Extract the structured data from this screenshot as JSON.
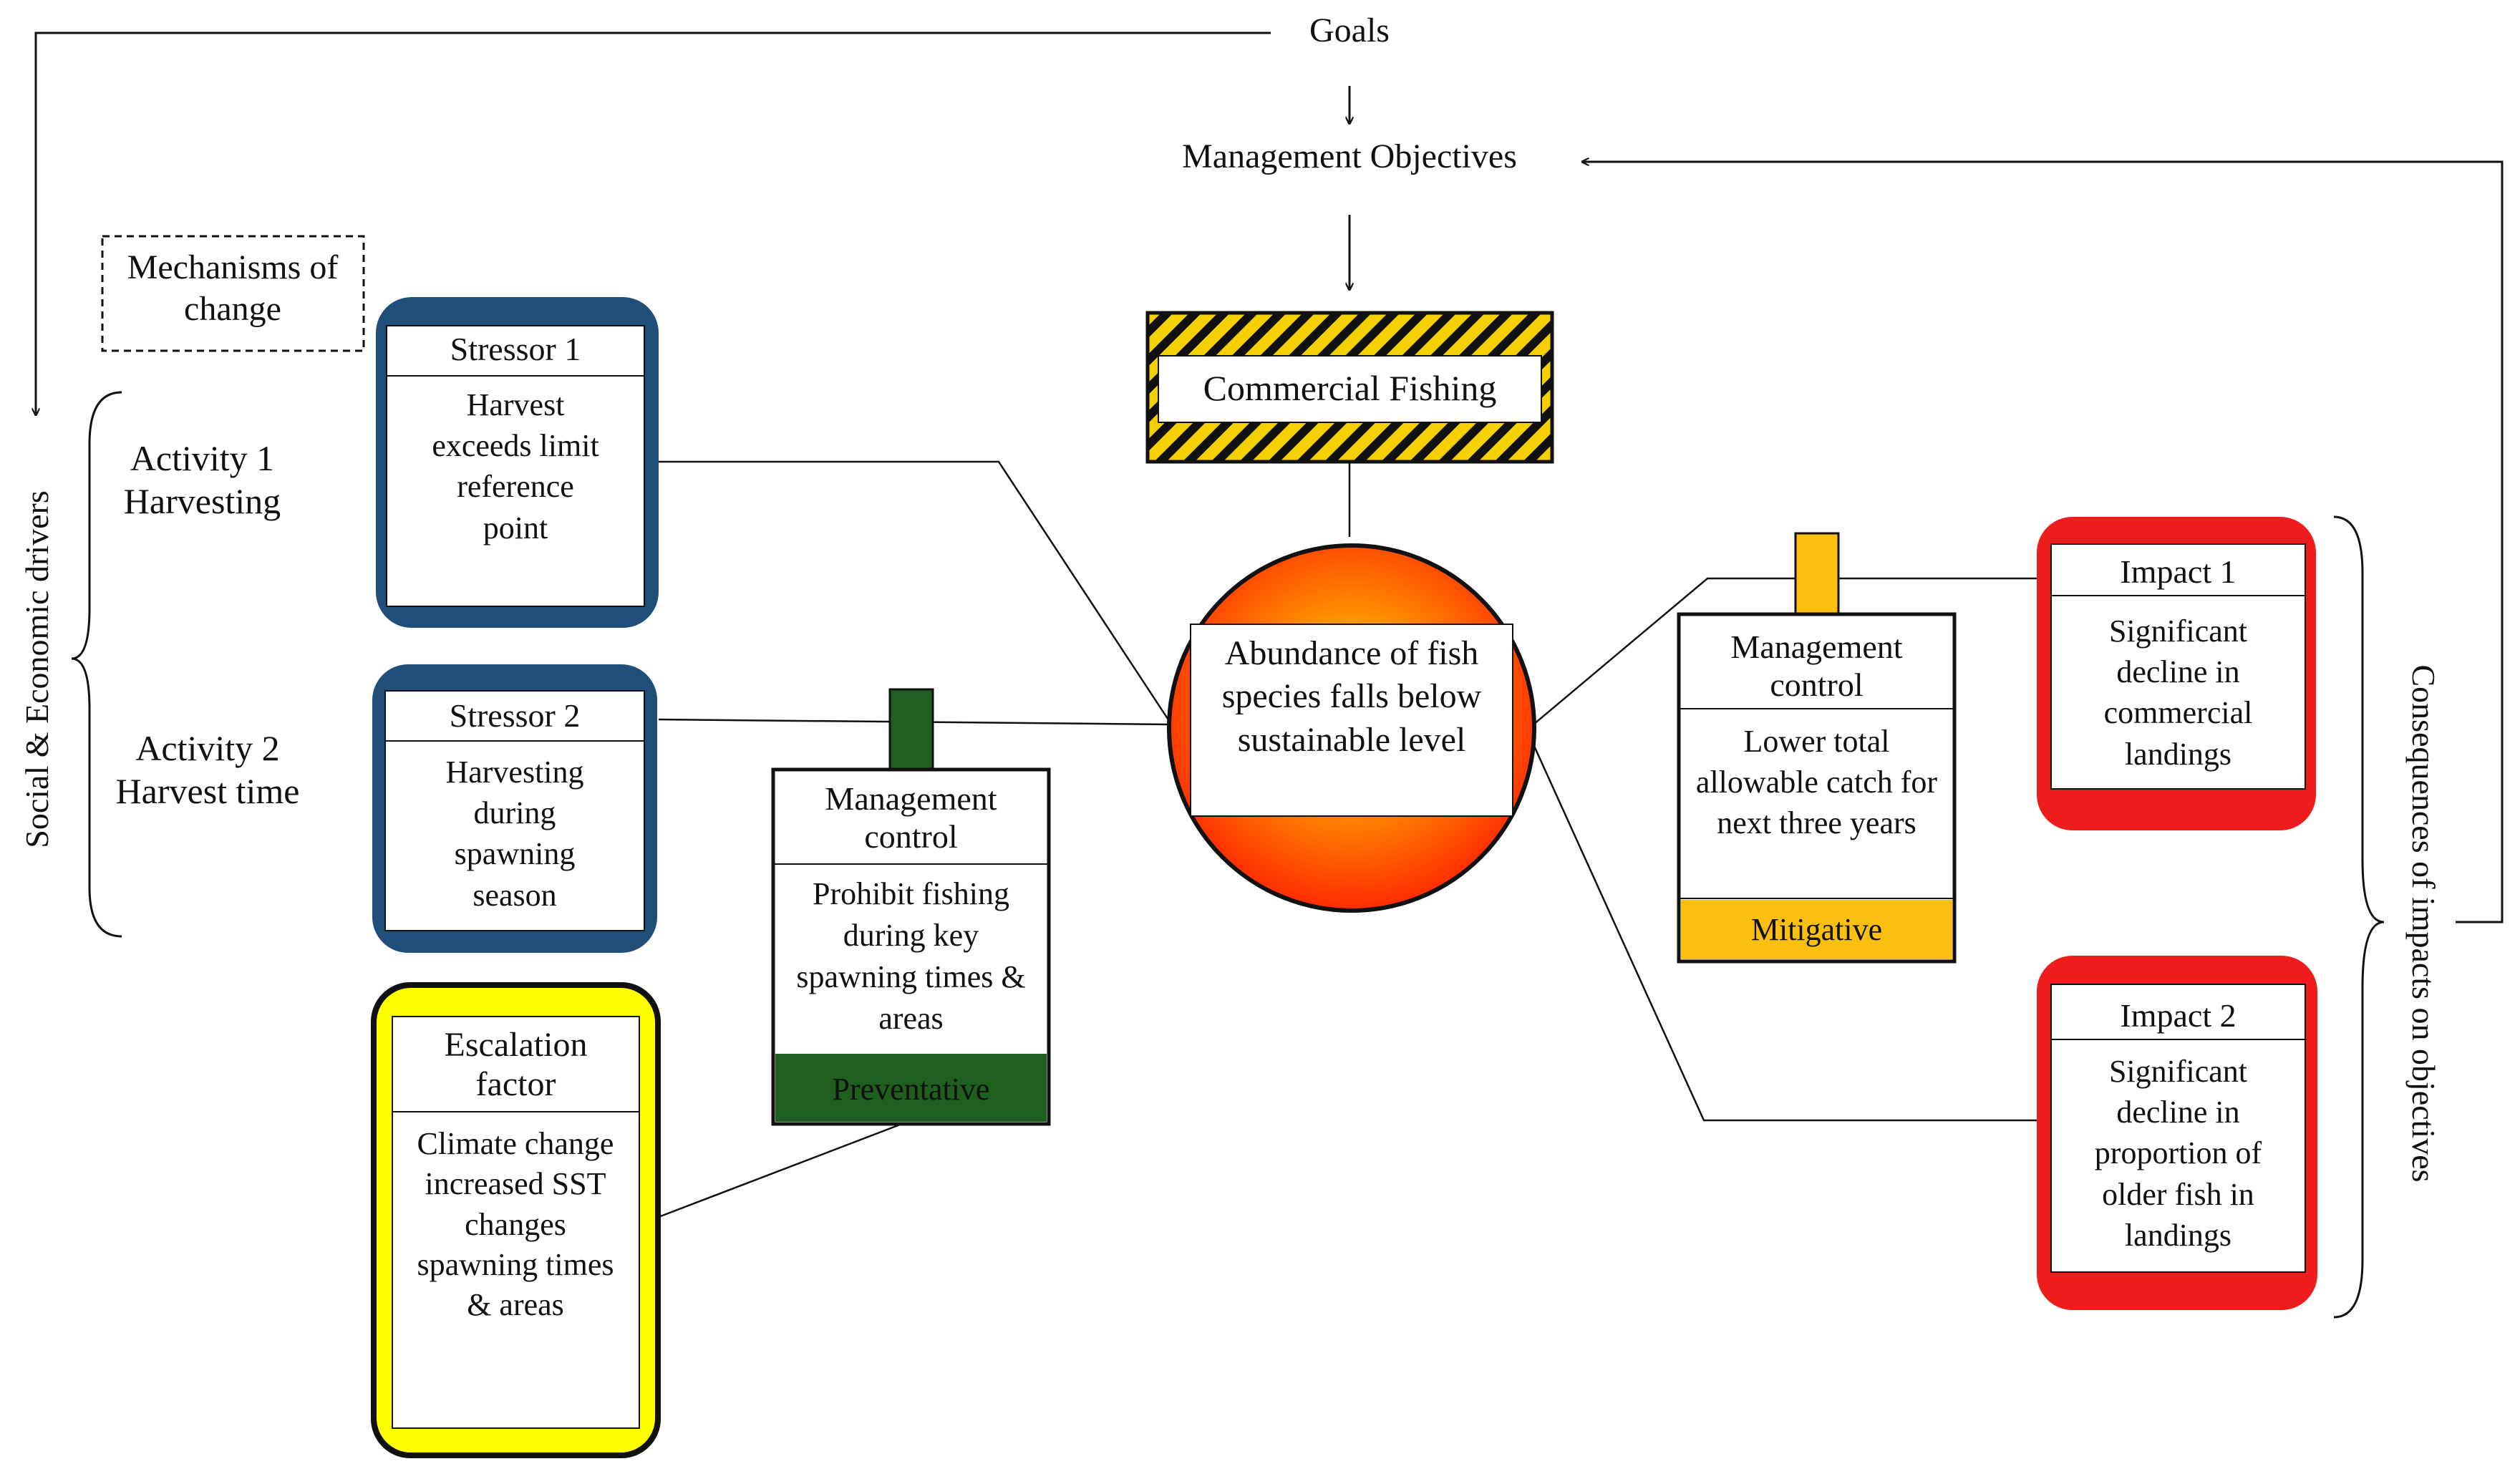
{
  "goals": "Goals",
  "management_objectives": "Management Objectives",
  "mechanisms_of_change": "Mechanisms of change",
  "left_side_label": "Social & Economic drivers",
  "right_side_label": "Consequences of impacts on objectives",
  "activities": [
    {
      "label": "Activity 1 Harvesting"
    },
    {
      "label": "Activity 2 Harvest time"
    }
  ],
  "hazard": "Commercial Fishing",
  "top_event": "Abundance of fish species falls below sustainable level",
  "stressors": [
    {
      "title": "Stressor 1",
      "body": "Harvest exceeds limit reference point"
    },
    {
      "title": "Stressor 2",
      "body": "Harvesting during spawning season"
    }
  ],
  "escalation": {
    "title": "Escalation factor",
    "body": "Climate change increased SST changes spawning times & areas"
  },
  "controls": [
    {
      "title": "Management control",
      "body": "Prohibit fishing during key spawning times & areas",
      "type": "Preventative",
      "color": "#1e5e1e"
    },
    {
      "title": "Management control",
      "body": "Lower total allowable catch for next three years",
      "type": "Mitigative",
      "color": "#fbbf10"
    }
  ],
  "impacts": [
    {
      "title": "Impact 1",
      "body": "Significant decline in commercial landings"
    },
    {
      "title": "Impact 2",
      "body": "Significant decline in proportion of older fish in landings"
    }
  ],
  "colors": {
    "stressor_border": "#1f4e79",
    "impact_border": "#ee1c1c",
    "escalation_fill": "#ffff00",
    "hazard_stripe": "#f5d000",
    "top_event_gradient": [
      "#fff200",
      "#ff8c00",
      "#ff1a00"
    ]
  }
}
